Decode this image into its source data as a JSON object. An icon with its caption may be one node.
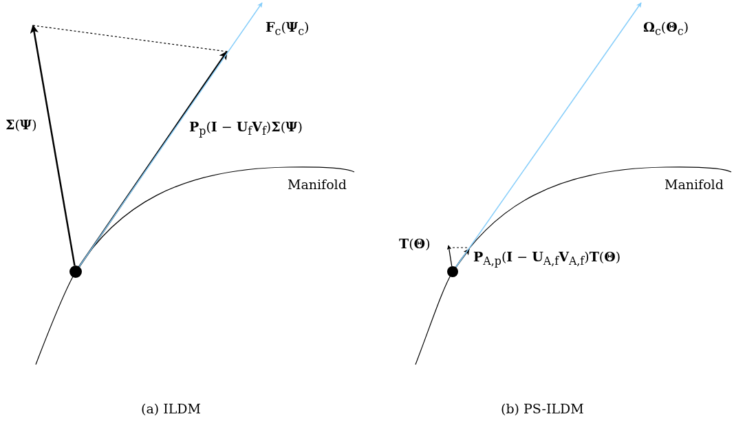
{
  "diagram": {
    "nodes": [
      {
        "text": [],
        "shape": "circle"
      },
      {
        "text": [],
        "shape": "circle"
      }
    ],
    "edges": [
      {
        "from": 0,
        "to": null,
        "arrow": "to",
        "label": "**Σ**(**Ψ**)"
      },
      {
        "from": 0,
        "to": null,
        "arrow": "to",
        "label": "**P**$_{p}$(**I** − **U**$_{f}$**V**$_{f}$)**Σ**(**Ψ**)"
      },
      {
        "from": 0,
        "to": null,
        "arrow": "to",
        "label": "**F**$_{c}$(**Ψ**$_{c}$)",
        "color": "#87cefa"
      },
      {
        "from": 1,
        "to": null,
        "arrow": "to",
        "label": "**T**(**Θ**)"
      },
      {
        "from": 1,
        "to": null,
        "arrow": "to",
        "label": "**P**$_{A,p}$(**I** − **U**$_{A,f}$**V**$_{A,f}$)**T**(**Θ**)"
      },
      {
        "from": 1,
        "to": null,
        "arrow": "to",
        "label": "**Ω**$_{c}$(**Θ**$_{c}$)",
        "color": "#87cefa"
      }
    ],
    "labels": [
      "Manifold",
      "Manifold",
      "(a) ILDM",
      "(b) PS-ILDM"
    ]
  }
}
